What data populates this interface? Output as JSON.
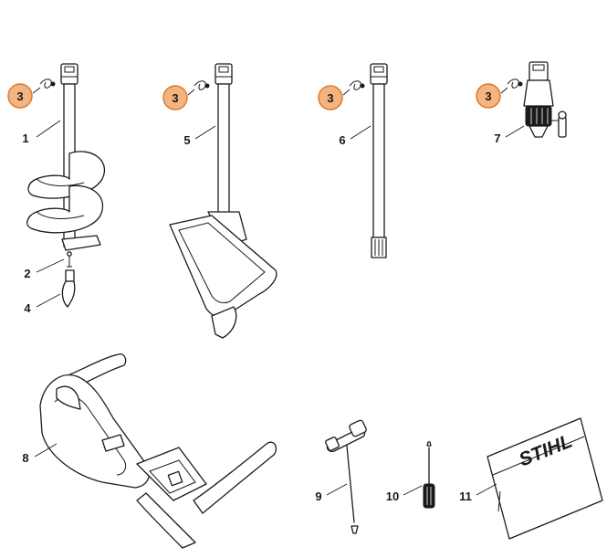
{
  "diagram": {
    "callouts": [
      {
        "id": "c1",
        "label": "1"
      },
      {
        "id": "c2",
        "label": "2"
      },
      {
        "id": "c3a",
        "label": "3"
      },
      {
        "id": "c3b",
        "label": "3"
      },
      {
        "id": "c3c",
        "label": "3"
      },
      {
        "id": "c3d",
        "label": "3"
      },
      {
        "id": "c4",
        "label": "4"
      },
      {
        "id": "c5",
        "label": "5"
      },
      {
        "id": "c6",
        "label": "6"
      },
      {
        "id": "c7",
        "label": "7"
      },
      {
        "id": "c8",
        "label": "8"
      },
      {
        "id": "c9",
        "label": "9"
      },
      {
        "id": "c10",
        "label": "10"
      },
      {
        "id": "c11",
        "label": "11"
      }
    ],
    "brand_text": "STIHL",
    "highlight_color": "#f3b47f",
    "highlight_stroke": "#e07a2e"
  }
}
